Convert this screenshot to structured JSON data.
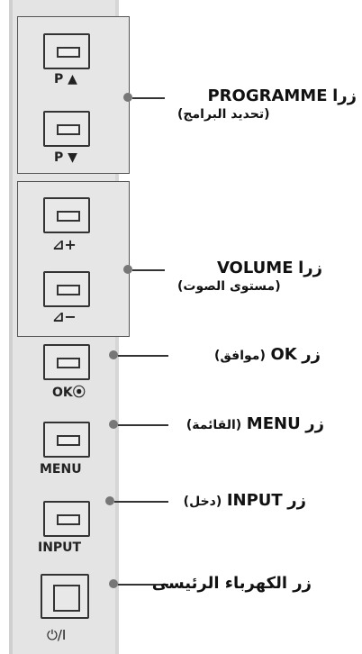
{
  "buttons": {
    "prog_up": {
      "label": "P ▲"
    },
    "prog_down": {
      "label": "P ▼"
    },
    "vol_up": {
      "label": "⊿+"
    },
    "vol_down": {
      "label": "⊿−"
    },
    "ok": {
      "label": "OK⦿"
    },
    "menu": {
      "label": "MENU"
    },
    "input": {
      "label": "INPUT"
    },
    "power": {
      "label": "⏻/I"
    }
  },
  "callouts": {
    "programme": {
      "prefix": "زرا",
      "name": "PROGRAMME",
      "sub": "(تحديد البرامج)"
    },
    "volume": {
      "prefix": "زرا",
      "name": "VOLUME",
      "sub": "(مستوى الصوت)"
    },
    "ok": {
      "prefix": "زر",
      "name": "OK",
      "suffix": "(موافق)"
    },
    "menu": {
      "prefix": "زر",
      "name": "MENU",
      "suffix": "(القائمة)"
    },
    "input": {
      "prefix": "زر",
      "name": "INPUT",
      "suffix": "(دخل)"
    },
    "power": {
      "text": "زر الكهرباء الرئيسى"
    }
  },
  "colors": {
    "panel": "#e4e4e4",
    "border": "#333333",
    "dot": "#777777",
    "background": "#ffffff"
  }
}
